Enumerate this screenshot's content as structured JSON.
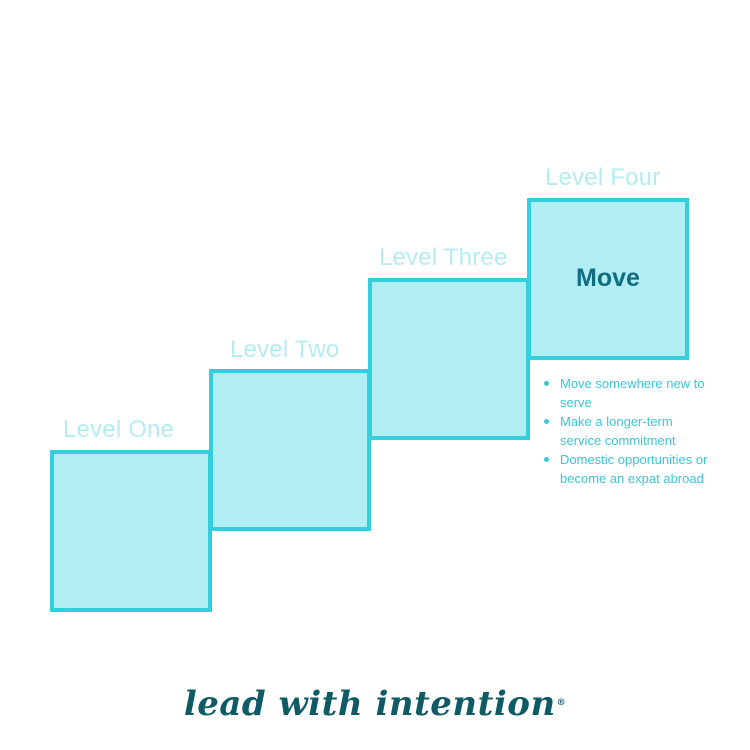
{
  "levels": [
    {
      "label": "Level One",
      "title": ""
    },
    {
      "label": "Level Two",
      "title": ""
    },
    {
      "label": "Level Three",
      "title": ""
    },
    {
      "label": "Level Four",
      "title": "Move"
    }
  ],
  "bullets": [
    "Move somewhere new to serve",
    "Make a longer-term service commitment",
    "Domestic opportunities or become an expat abroad"
  ],
  "logo": {
    "text": "lead with intention",
    "mark": "®"
  },
  "colors": {
    "box_fill": "#b0eef3",
    "box_border": "#34cfdd",
    "label": "#b4ecf2",
    "title": "#0e6d7f",
    "bullet_text": "#3cc6d6",
    "logo": "#0e5b66"
  }
}
